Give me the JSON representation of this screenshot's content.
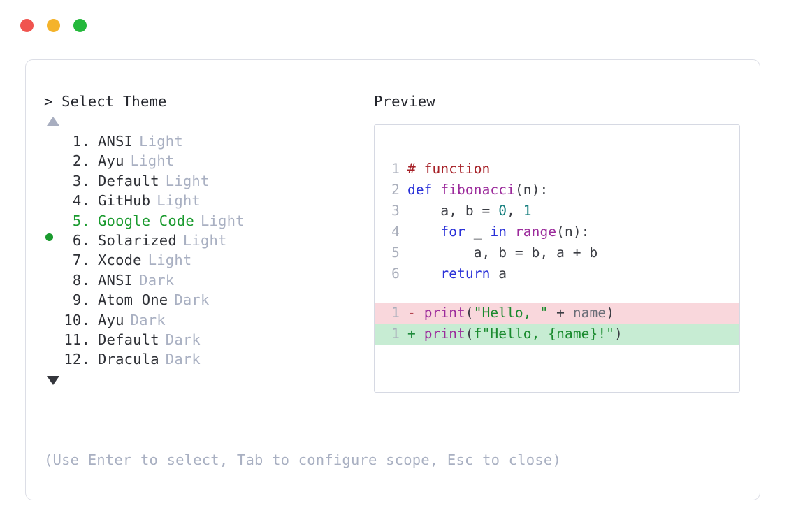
{
  "window": {
    "controls": [
      {
        "name": "close",
        "color": "#f0544f"
      },
      {
        "name": "minimize",
        "color": "#f4b32b"
      },
      {
        "name": "maximize",
        "color": "#24b83b"
      }
    ]
  },
  "selector": {
    "prompt": "> Select Theme",
    "scroll_up_indicator": "▲",
    "scroll_down_indicator": "▼",
    "selected_index": 5,
    "items": [
      {
        "number": "1.",
        "name": "ANSI",
        "variant": "Light",
        "selected": false
      },
      {
        "number": "2.",
        "name": "Ayu",
        "variant": "Light",
        "selected": false
      },
      {
        "number": "3.",
        "name": "Default",
        "variant": "Light",
        "selected": false
      },
      {
        "number": "4.",
        "name": "GitHub",
        "variant": "Light",
        "selected": false
      },
      {
        "number": "5.",
        "name": "Google Code",
        "variant": "Light",
        "selected": true
      },
      {
        "number": "6.",
        "name": "Solarized",
        "variant": "Light",
        "selected": false
      },
      {
        "number": "7.",
        "name": "Xcode",
        "variant": "Light",
        "selected": false
      },
      {
        "number": "8.",
        "name": "ANSI",
        "variant": "Dark",
        "selected": false
      },
      {
        "number": "9.",
        "name": "Atom One",
        "variant": "Dark",
        "selected": false
      },
      {
        "number": "10.",
        "name": "Ayu",
        "variant": "Dark",
        "selected": false
      },
      {
        "number": "11.",
        "name": "Default",
        "variant": "Dark",
        "selected": false
      },
      {
        "number": "12.",
        "name": "Dracula",
        "variant": "Dark",
        "selected": false
      }
    ]
  },
  "preview": {
    "label": "Preview",
    "code_lines": [
      {
        "ln": "1",
        "tokens": [
          {
            "t": "# function",
            "c": "t-comment"
          }
        ]
      },
      {
        "ln": "2",
        "tokens": [
          {
            "t": "def ",
            "c": "t-keyword"
          },
          {
            "t": "fibonacci",
            "c": "t-func"
          },
          {
            "t": "(n):",
            "c": "t-punct"
          }
        ]
      },
      {
        "ln": "3",
        "tokens": [
          {
            "t": "    a, b = ",
            "c": "t-plain"
          },
          {
            "t": "0",
            "c": "t-number"
          },
          {
            "t": ", ",
            "c": "t-plain"
          },
          {
            "t": "1",
            "c": "t-number"
          }
        ]
      },
      {
        "ln": "4",
        "tokens": [
          {
            "t": "    ",
            "c": "t-plain"
          },
          {
            "t": "for",
            "c": "t-keyword"
          },
          {
            "t": " _ ",
            "c": "t-plain"
          },
          {
            "t": "in",
            "c": "t-keyword"
          },
          {
            "t": " ",
            "c": "t-plain"
          },
          {
            "t": "range",
            "c": "t-builtin"
          },
          {
            "t": "(n):",
            "c": "t-punct"
          }
        ]
      },
      {
        "ln": "5",
        "tokens": [
          {
            "t": "        a, b = b, a + b",
            "c": "t-plain"
          }
        ]
      },
      {
        "ln": "6",
        "tokens": [
          {
            "t": "    ",
            "c": "t-plain"
          },
          {
            "t": "return",
            "c": "t-keyword"
          },
          {
            "t": " a",
            "c": "t-plain"
          }
        ]
      }
    ],
    "diff_lines": [
      {
        "ln": "1",
        "kind": "del",
        "sign": "-",
        "tokens": [
          {
            "t": "print",
            "c": "t-func"
          },
          {
            "t": "(",
            "c": "t-punct"
          },
          {
            "t": "\"Hello, \"",
            "c": "t-string"
          },
          {
            "t": " + ",
            "c": "t-plain"
          },
          {
            "t": "name",
            "c": "t-ident"
          },
          {
            "t": ")",
            "c": "t-punct"
          }
        ]
      },
      {
        "ln": "1",
        "kind": "add",
        "sign": "+",
        "tokens": [
          {
            "t": "print",
            "c": "t-func"
          },
          {
            "t": "(",
            "c": "t-punct"
          },
          {
            "t": "f\"Hello, {name}!\"",
            "c": "t-string"
          },
          {
            "t": ")",
            "c": "t-punct"
          }
        ]
      }
    ]
  },
  "footer": {
    "help": "(Use Enter to select, Tab to configure scope, Esc to close)"
  },
  "colors": {
    "accent_green": "#1a9a2e",
    "muted": "#a9b0c2",
    "border": "#dcdee6",
    "panel_border": "#d6d9e3",
    "diff_del_bg": "#f9d7dc",
    "diff_add_bg": "#c7ecd3"
  }
}
